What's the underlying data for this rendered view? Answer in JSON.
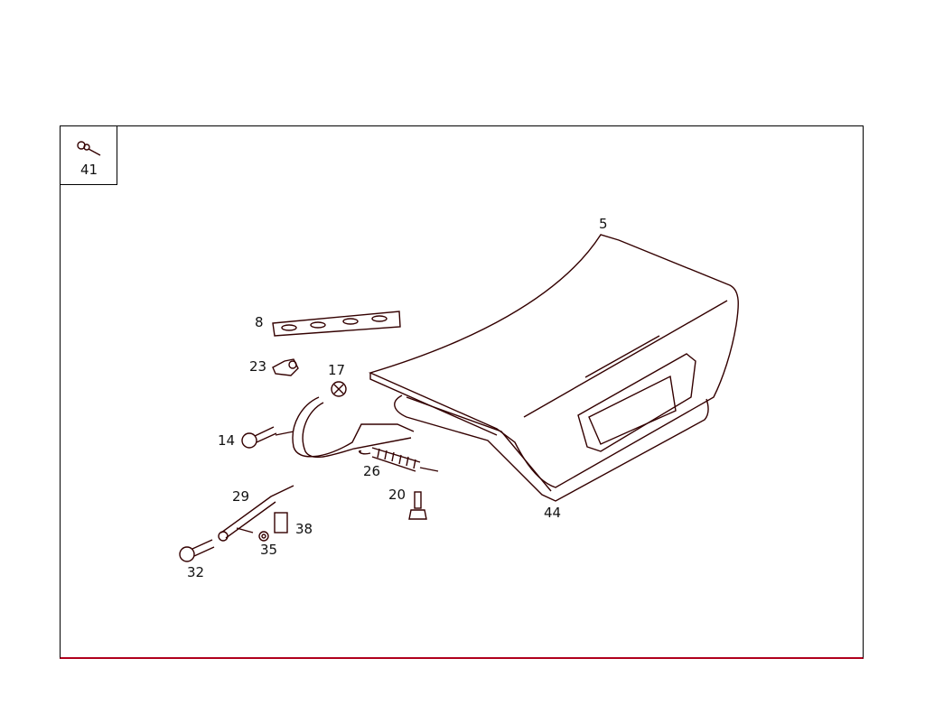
{
  "inset": {
    "label": "41"
  },
  "callouts": [
    "5",
    "8",
    "23",
    "17",
    "14",
    "26",
    "20",
    "44",
    "29",
    "38",
    "35",
    "32"
  ]
}
